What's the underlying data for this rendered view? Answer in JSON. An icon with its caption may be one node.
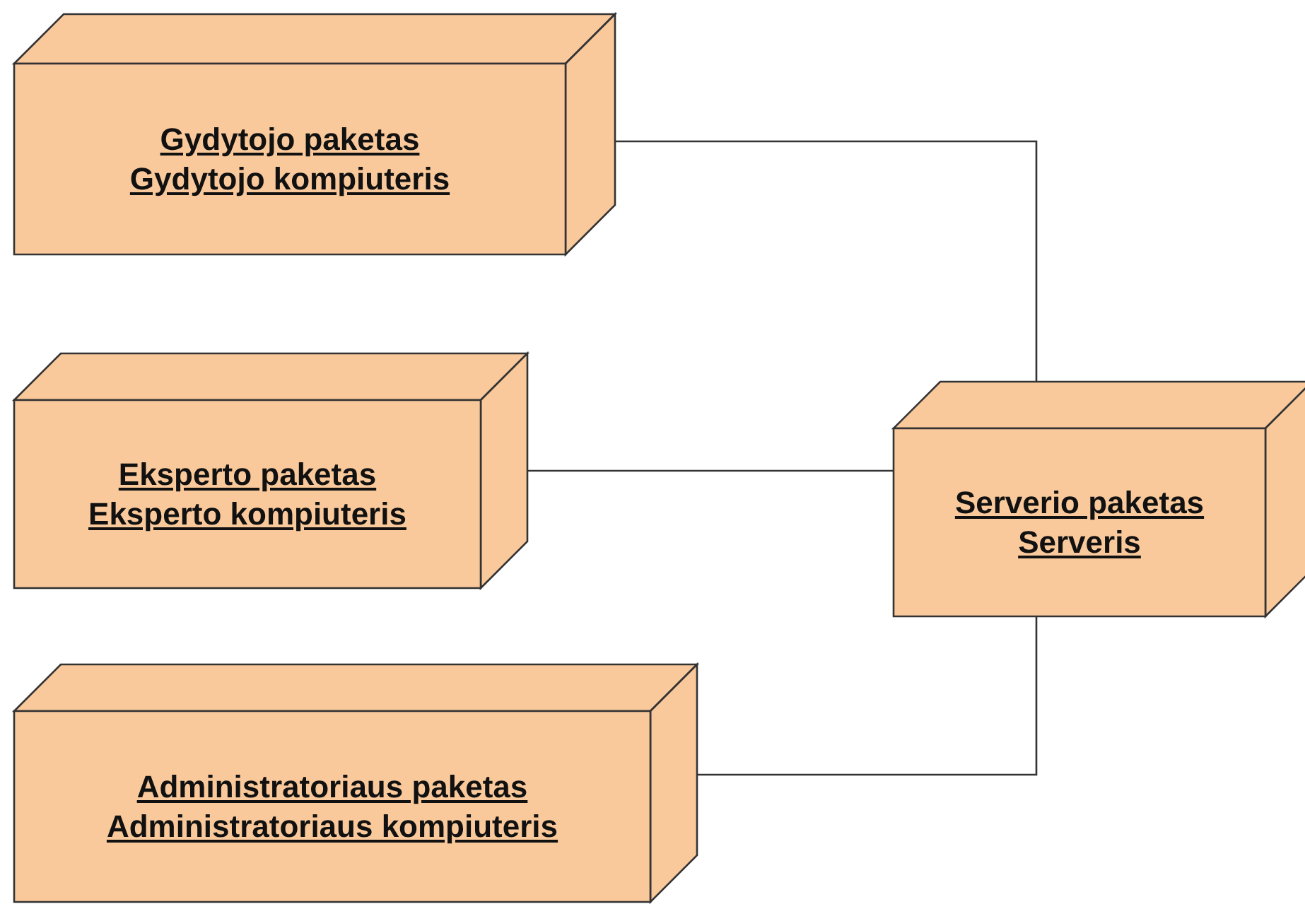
{
  "diagram": {
    "nodes": [
      {
        "text": [
          "Gydytojo paketas",
          "Gydytojo kompiuteris"
        ]
      },
      {
        "text": [
          "Eksperto paketas",
          "Eksperto kompiuteris"
        ]
      },
      {
        "text": [
          "Administratoriaus paketas",
          "Administratoriaus kompiuteris"
        ]
      },
      {
        "text": [
          "Serverio paketas",
          "Serveris"
        ]
      }
    ],
    "edges": [
      {
        "from": 0,
        "to": 3,
        "arrow": "none"
      },
      {
        "from": 1,
        "to": 3,
        "arrow": "none"
      },
      {
        "from": 2,
        "to": 3,
        "arrow": "none"
      }
    ]
  }
}
